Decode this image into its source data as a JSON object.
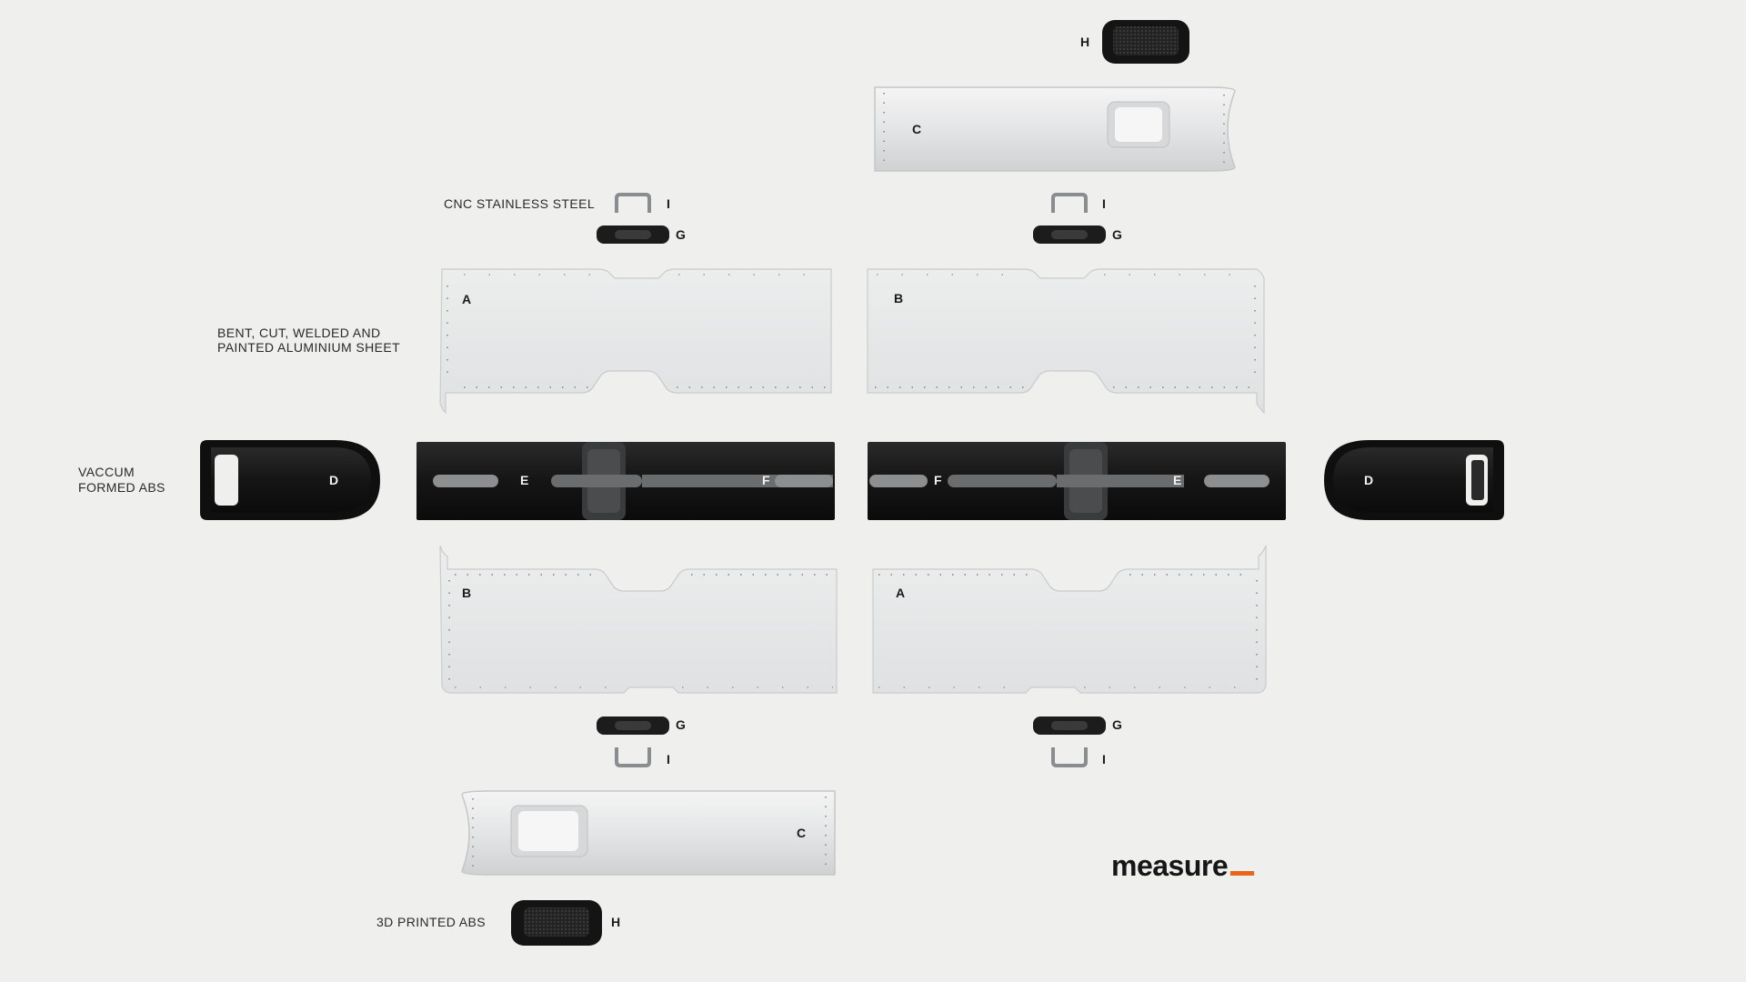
{
  "materials": {
    "cnc": "CNC STAINLESS STEEL",
    "sheet_line1": "BENT, CUT, WELDED AND",
    "sheet_line2": "PAINTED ALUMINIUM SHEET",
    "abs_line1": "VACCUM",
    "abs_line2": "FORMED ABS",
    "printed": "3D PRINTED ABS"
  },
  "parts": {
    "a": "A",
    "b": "B",
    "c": "C",
    "d": "D",
    "e": "E",
    "f": "F",
    "g": "G",
    "h": "H",
    "i": "I"
  },
  "brand": "measure",
  "colors": {
    "accent": "#e8651a",
    "panel": "#e7e8e9",
    "dark": "#141414"
  }
}
